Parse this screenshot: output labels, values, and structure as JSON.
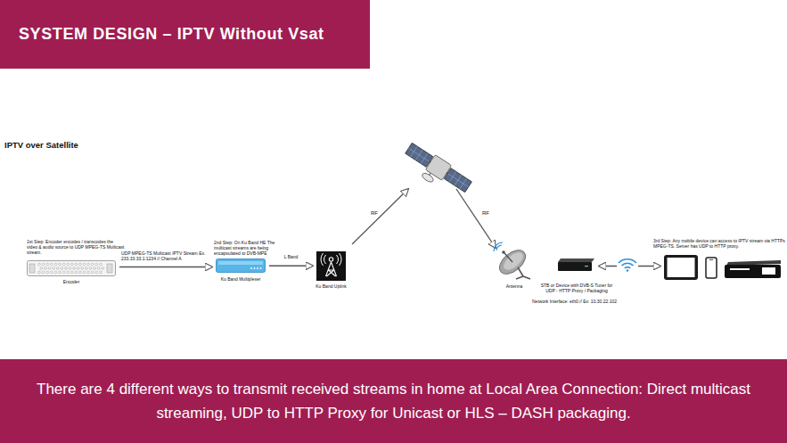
{
  "diagram": {
    "title": "SYSTEM DESIGN – IPTV Without Vsat",
    "caption": "There are 4 different ways to transmit received streams in home at Local Area Connection: Direct multicast streaming, UDP to HTTP Proxy for Unicast or HLS – DASH packaging.",
    "nodes": [
      {
        "text": [
          "1st Step: Encoder encodes / transcodes the video & audio source to UDP MPEG-TS Multicast stream.",
          "Encoder"
        ]
      },
      {
        "text": [
          "2nd Step: On Ku Band HE The multicast streams are being encapsulated to DVB-MPE",
          "Ku Band Multiplexer"
        ]
      },
      {
        "text": [
          "Ku Band Uplink"
        ]
      },
      {
        "text": [
          "Antenna"
        ]
      },
      {
        "text": [
          "STB or Device with DVB-S Tuner for UDP - HTTP Proxy / Packaging"
        ]
      },
      {
        "text": [
          "3rd Step: Any mobile device can access to IPTV stream via HTTPs MPEG-TS. Server has UDP to HTTP proxy."
        ]
      }
    ],
    "edges": [
      {
        "from": 0,
        "to": 1,
        "arrow": "to",
        "label": "UDP MPEG-TS Multicast IPTV Stream Ex. 233.33.33.1:1234 // Channel A"
      },
      {
        "from": 1,
        "to": 2,
        "arrow": "to",
        "label": "L Band"
      },
      {
        "from": 4,
        "to": 5,
        "arrow": "both"
      }
    ],
    "labels": [
      "IPTV over Satellite",
      "RF",
      "RF",
      "Network Interface: eth0 // Ex: 10.30.22.102"
    ]
  }
}
